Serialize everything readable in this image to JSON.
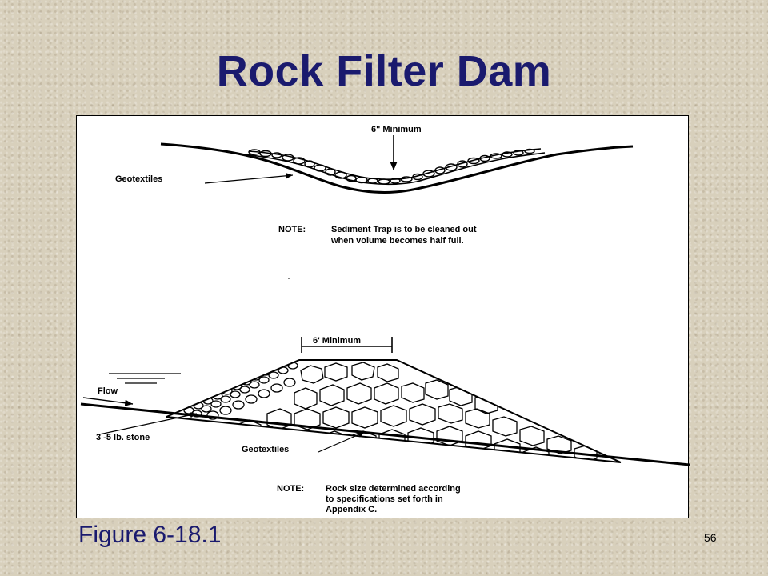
{
  "slide": {
    "title": "Rock Filter Dam",
    "caption": "Figure 6-18.1",
    "page_number": "56"
  },
  "diagram": {
    "top": {
      "min_label": "6\" Minimum",
      "geotextiles_label": "Geotextiles",
      "note_label": "NOTE:",
      "note_line1": "Sediment Trap is to be cleaned out",
      "note_line2": "when volume becomes half full."
    },
    "bottom": {
      "min_label": "6' Minimum",
      "flow_label": "Flow",
      "stone_label": "3 -5 lb. stone",
      "geotextiles_label": "Geotextiles",
      "note_label": "NOTE:",
      "note_line1": "Rock size determined according",
      "note_line2": "to specifications set forth in",
      "note_line3": "Appendix C."
    }
  }
}
